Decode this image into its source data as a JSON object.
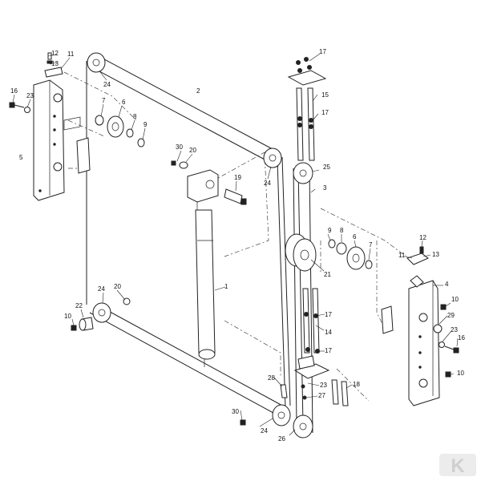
{
  "callouts": [
    {
      "id": "c12a",
      "text": "12"
    },
    {
      "id": "c13a",
      "text": "13"
    },
    {
      "id": "c11a",
      "text": "11"
    },
    {
      "id": "c24a",
      "text": "24"
    },
    {
      "id": "c2",
      "text": "2"
    },
    {
      "id": "c16a",
      "text": "16"
    },
    {
      "id": "c23a",
      "text": "23"
    },
    {
      "id": "c7a",
      "text": "7"
    },
    {
      "id": "c6a",
      "text": "6"
    },
    {
      "id": "c8a",
      "text": "8"
    },
    {
      "id": "c9a",
      "text": "9"
    },
    {
      "id": "c5",
      "text": "5"
    },
    {
      "id": "c30a",
      "text": "30"
    },
    {
      "id": "c20a",
      "text": "20"
    },
    {
      "id": "c19",
      "text": "19"
    },
    {
      "id": "c24b",
      "text": "24"
    },
    {
      "id": "c1",
      "text": "1"
    },
    {
      "id": "c24c",
      "text": "24"
    },
    {
      "id": "c20b",
      "text": "20"
    },
    {
      "id": "c22",
      "text": "22"
    },
    {
      "id": "c10a",
      "text": "10"
    },
    {
      "id": "c17a",
      "text": "17"
    },
    {
      "id": "c15",
      "text": "15"
    },
    {
      "id": "c17b",
      "text": "17"
    },
    {
      "id": "c25",
      "text": "25"
    },
    {
      "id": "c3",
      "text": "3"
    },
    {
      "id": "c9b",
      "text": "9"
    },
    {
      "id": "c8b",
      "text": "8"
    },
    {
      "id": "c6b",
      "text": "6"
    },
    {
      "id": "c7b",
      "text": "7"
    },
    {
      "id": "c21",
      "text": "21"
    },
    {
      "id": "c12b",
      "text": "12"
    },
    {
      "id": "c11b",
      "text": "11"
    },
    {
      "id": "c13b",
      "text": "13"
    },
    {
      "id": "c4",
      "text": "4"
    },
    {
      "id": "c10b",
      "text": "10"
    },
    {
      "id": "c29",
      "text": "29"
    },
    {
      "id": "c23b",
      "text": "23"
    },
    {
      "id": "c16b",
      "text": "16"
    },
    {
      "id": "c10c",
      "text": "10"
    },
    {
      "id": "c17c",
      "text": "17"
    },
    {
      "id": "c14",
      "text": "14"
    },
    {
      "id": "c17d",
      "text": "17"
    },
    {
      "id": "c28",
      "text": "28"
    },
    {
      "id": "c23c",
      "text": "23"
    },
    {
      "id": "c18",
      "text": "18"
    },
    {
      "id": "c27",
      "text": "27"
    },
    {
      "id": "c30b",
      "text": "30"
    },
    {
      "id": "c24d",
      "text": "24"
    },
    {
      "id": "c26",
      "text": "26"
    }
  ],
  "brand": {
    "mark": "K",
    "color": "#d9d9d9"
  }
}
